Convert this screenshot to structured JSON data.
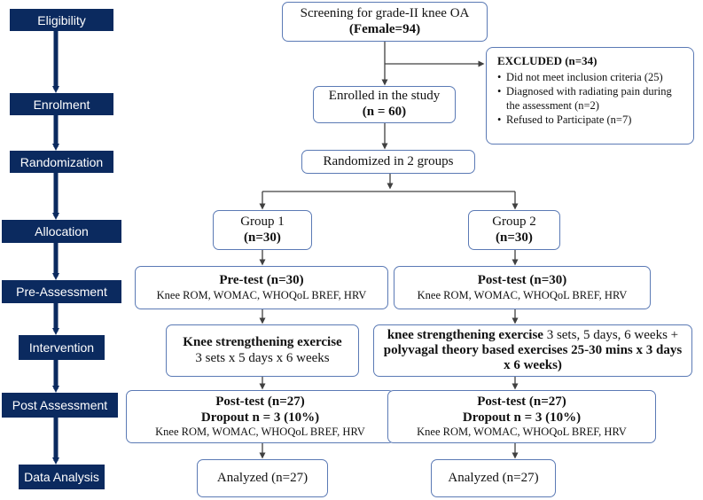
{
  "stages": [
    {
      "label": "Eligibility"
    },
    {
      "label": "Enrolment"
    },
    {
      "label": "Randomization"
    },
    {
      "label": "Allocation"
    },
    {
      "label": "Pre-Assessment"
    },
    {
      "label": "Intervention"
    },
    {
      "label": "Post Assessment"
    },
    {
      "label": "Data Analysis"
    }
  ],
  "screening": {
    "line1": "Screening for grade-II knee OA",
    "line2": "(Female=94)"
  },
  "excluded": {
    "title": "EXCLUDED (n=34)",
    "items": [
      "Did not meet inclusion criteria (25)",
      "Diagnosed with radiating pain during the assessment (n=2)",
      "Refused to Participate (n=7)"
    ]
  },
  "enrolled": {
    "line1": "Enrolled in the study",
    "line2": "(n = 60)"
  },
  "randomized": {
    "line1": "Randomized in 2 groups"
  },
  "group1": {
    "allocation": {
      "line1": "Group 1",
      "line2": "(n=30)"
    },
    "pretest": {
      "title": "Pre-test (n=30)",
      "measures": "Knee ROM, WOMAC, WHOQoL BREF, HRV"
    },
    "intervention": {
      "title": "Knee strengthening exercise",
      "detail": "3 sets x 5 days x 6 weeks"
    },
    "posttest": {
      "title": "Post-test (n=27)",
      "dropout": "Dropout n = 3 (10%)",
      "measures": "Knee ROM, WOMAC, WHOQoL BREF, HRV"
    },
    "analyzed": {
      "line1": "Analyzed (n=27)"
    }
  },
  "group2": {
    "allocation": {
      "line1": "Group 2",
      "line2": "(n=30)"
    },
    "pretest": {
      "title": "Post-test (n=30)",
      "measures": "Knee ROM, WOMAC, WHOQoL BREF, HRV"
    },
    "intervention": {
      "bold1": "knee strengthening exercise",
      "plain1": " 3 sets, 5 days, 6 weeks + ",
      "bold2": "polyvagal theory based exercises 25-30 mins x 3 days x 6 weeks)"
    },
    "posttest": {
      "title": "Post-test (n=27)",
      "dropout": "Dropout n = 3 (10%)",
      "measures": "Knee ROM, WOMAC, WHOQoL BREF, HRV"
    },
    "analyzed": {
      "line1": "Analyzed (n=27)"
    }
  },
  "colors": {
    "stage_fill": "#0b2a5f",
    "box_border": "#5b7ab5",
    "connector": "#404040"
  }
}
